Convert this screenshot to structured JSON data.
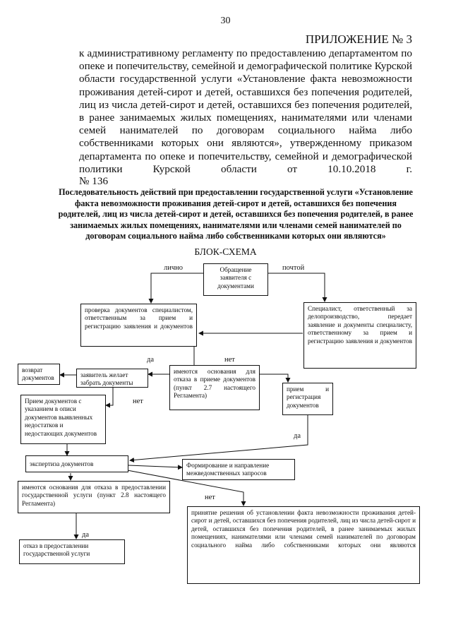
{
  "page_number": "30",
  "appendix_title": "ПРИЛОЖЕНИЕ № 3",
  "intro_text": "к административному регламенту по предоставлению департаментом по опеке и попечительству, семейной и демографической политике Курской области государственной услуги «Установление факта невозможности проживания детей-сирот и детей, оставшихся без попечения родителей, лиц из числа детей-сирот и детей, оставшихся без попечения родителей, в ранее занимаемых жилых помещениях, нанимателями или членами семей нанимателей по договорам социального найма либо собственниками которых они являются», утвержденному приказом департамента по опеке и попечительству, семейной и демографической политики Курской области от 10.10.2018 г.",
  "intro_last_line": "№ 136",
  "heading": "Последовательность действий при предоставлении государственной услуги «Установление факта невозможности проживания детей-сирот и детей, оставшихся без попечения родителей, лиц из числа детей-сирот и детей, оставшихся без попечения родителей, в ранее занимаемых жилых помещениях, нанимателями или членами семей нанимателей по договорам социального найма либо собственниками которых они являются»",
  "schema_title": "БЛОК-СХЕМА",
  "boxes": {
    "appeal": "Обращение заявителя с документами",
    "check": "проверка документов специалистом, ответственным за прием и регистрацию заявления и документов",
    "specialist": "Специалист, ответственный за делопроизводство, передает заявление и документы специалисту, ответственному за прием и регистрацию заявления и документов",
    "return_docs": "возврат документов",
    "wants_back": "заявитель желает забрать документы",
    "refusal_grounds": "имеются основания для отказа в приеме документов (пункт 2.7 настоящего Регламента)",
    "accept_with_list": "Прием документов с указанием в описи документов выявленных недостатков и недостающих документов",
    "accept_register": "прием и регистрация документов",
    "expertise": "экспертиза документов",
    "requests": "Формирование и направление межведомственных запросов",
    "service_refusal_grounds": "имеются основания для отказа в предоставлении государственной услуги (пункт 2.8 настоящего Регламента)",
    "decision": "принятие решения об установлении факта невозможности проживания детей-сирот и детей, оставшихся без попечения родителей, лиц из числа детей-сирот и детей, оставшихся без попечения родителей, в ранее занимаемых жилых помещениях, нанимателями или членами семей нанимателей по договорам социального найма либо собственниками которых они являются",
    "refusal": "отказ в предоставлении государственной услуги"
  },
  "labels": {
    "personally": "лично",
    "by_mail": "почтой",
    "yes": "да",
    "no": "нет"
  }
}
